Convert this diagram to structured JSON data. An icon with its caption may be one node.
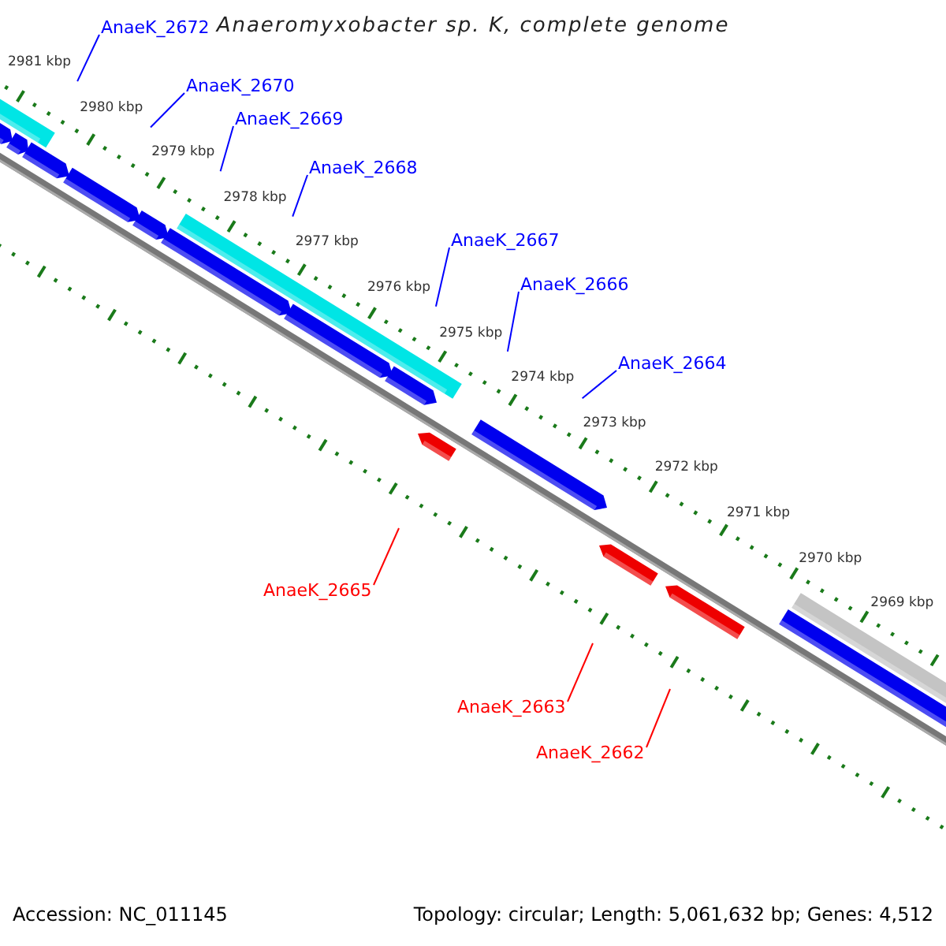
{
  "diagram": {
    "title": "Anaeromyxobacter sp. K, complete genome",
    "nodes": [
      {
        "text": [
          "AnaeK_2672"
        ]
      },
      {
        "text": [
          "AnaeK_2670"
        ]
      },
      {
        "text": [
          "AnaeK_2669"
        ]
      },
      {
        "text": [
          "AnaeK_2668"
        ]
      },
      {
        "text": [
          "AnaeK_2667"
        ]
      },
      {
        "text": [
          "AnaeK_2666"
        ]
      },
      {
        "text": [
          "AnaeK_2664"
        ]
      },
      {
        "text": [
          "AnaeK_2665"
        ]
      },
      {
        "text": [
          "AnaeK_2663"
        ]
      },
      {
        "text": [
          "AnaeK_2662"
        ]
      }
    ],
    "edges": [
      {
        "from": 0,
        "to": null,
        "arrow": "none"
      },
      {
        "from": 1,
        "to": null,
        "arrow": "none"
      },
      {
        "from": 2,
        "to": null,
        "arrow": "none"
      },
      {
        "from": 3,
        "to": null,
        "arrow": "none"
      },
      {
        "from": 4,
        "to": null,
        "arrow": "none"
      },
      {
        "from": 5,
        "to": null,
        "arrow": "none"
      },
      {
        "from": 6,
        "to": null,
        "arrow": "none"
      },
      {
        "from": 7,
        "to": null,
        "arrow": "none",
        "color": "#ff0000"
      },
      {
        "from": 8,
        "to": null,
        "arrow": "none",
        "color": "#ff0000"
      },
      {
        "from": 9,
        "to": null,
        "arrow": "none",
        "color": "#ff0000"
      }
    ],
    "labels": [
      "2981 kbp",
      "2980 kbp",
      "2979 kbp",
      "2978 kbp",
      "2977 kbp",
      "2976 kbp",
      "2975 kbp",
      "2974 kbp",
      "2973 kbp",
      "2972 kbp",
      "2971 kbp",
      "2970 kbp",
      "2969 kbp",
      "Accession: NC_011145",
      "Topology: circular; Length: 5,061,632 bp; Genes: 4,512"
    ]
  }
}
